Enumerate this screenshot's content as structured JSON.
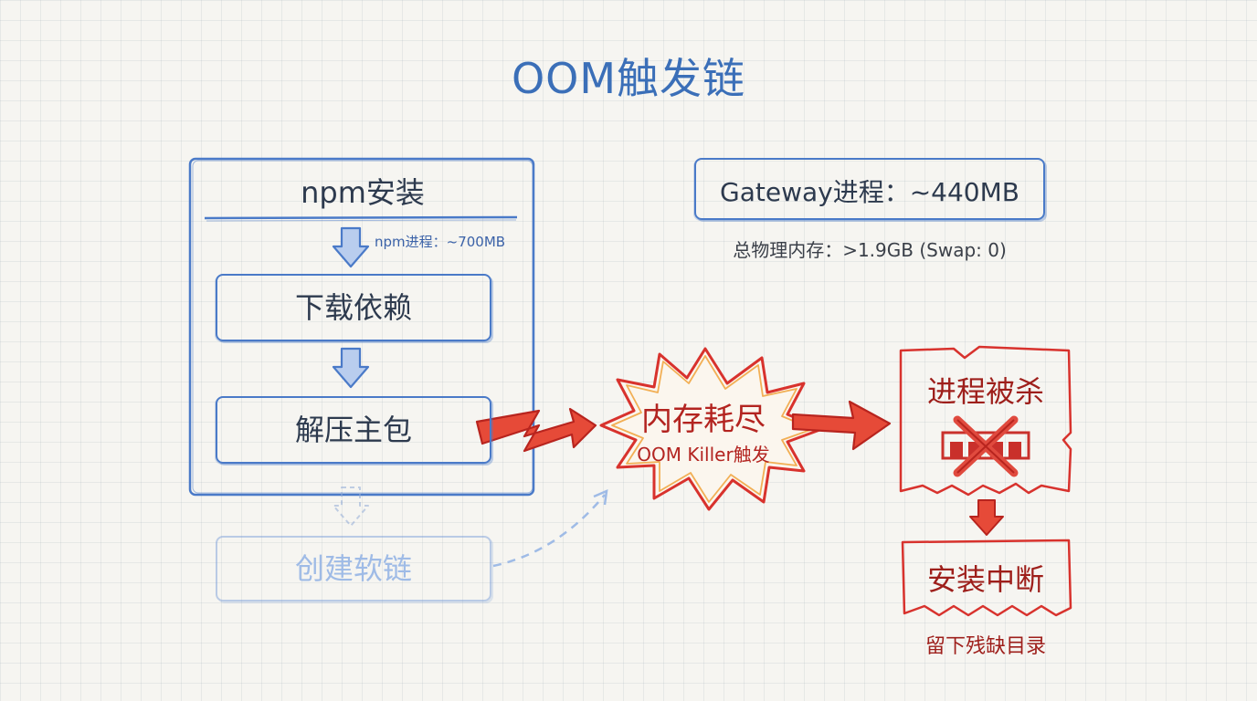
{
  "title": "OOM触发链",
  "npm_install": {
    "title": "npm安装",
    "memory": "npm进程：~700MB",
    "steps": [
      "下载依赖",
      "解压主包",
      "创建软链"
    ]
  },
  "gateway": {
    "label": "Gateway进程：~440MB",
    "total_memory": "总物理内存：>1.9GB (Swap: 0)"
  },
  "oom": {
    "title": "内存耗尽",
    "subtitle": "OOM Killer触发"
  },
  "result": {
    "killed": "进程被杀",
    "aborted": "安装中断",
    "leftover": "留下残缺目录"
  },
  "colors": {
    "blue": "#4a7ac8",
    "red": "#d8322d",
    "faded_blue": "#9fbbe6"
  }
}
